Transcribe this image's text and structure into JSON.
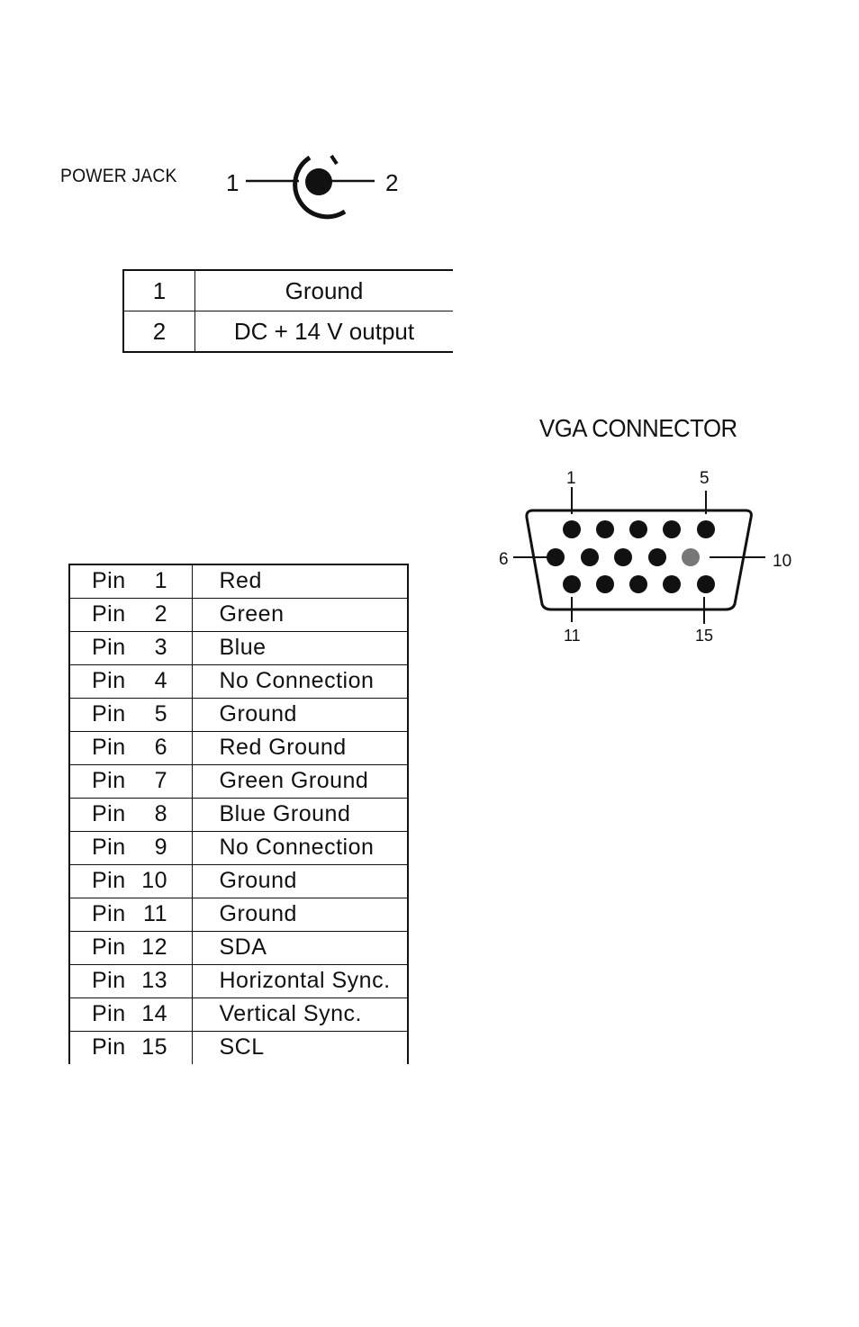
{
  "power_jack": {
    "label": "POWER JACK",
    "pin_left": "1",
    "pin_right": "2",
    "rows": [
      {
        "num": "1",
        "desc": "Ground"
      },
      {
        "num": "2",
        "desc": "DC + 14 V output"
      }
    ]
  },
  "vga": {
    "title": "VGA CONNECTOR",
    "labels": {
      "p1": "1",
      "p5": "5",
      "p6": "6",
      "p10": "10",
      "p11": "11",
      "p15": "15"
    },
    "pins": [
      {
        "pin": "Pin",
        "num": "1",
        "signal": "Red"
      },
      {
        "pin": "Pin",
        "num": "2",
        "signal": "Green"
      },
      {
        "pin": "Pin",
        "num": "3",
        "signal": "Blue"
      },
      {
        "pin": "Pin",
        "num": "4",
        "signal": "No Connection"
      },
      {
        "pin": "Pin",
        "num": "5",
        "signal": "Ground"
      },
      {
        "pin": "Pin",
        "num": "6",
        "signal": "Red Ground"
      },
      {
        "pin": "Pin",
        "num": "7",
        "signal": "Green Ground"
      },
      {
        "pin": "Pin",
        "num": "8",
        "signal": "Blue Ground"
      },
      {
        "pin": "Pin",
        "num": "9",
        "signal": "No Connection"
      },
      {
        "pin": "Pin",
        "num": "10",
        "signal": "Ground"
      },
      {
        "pin": "Pin",
        "num": "11",
        "signal": "Ground"
      },
      {
        "pin": "Pin",
        "num": "12",
        "signal": "SDA"
      },
      {
        "pin": "Pin",
        "num": "13",
        "signal": "Horizontal Sync."
      },
      {
        "pin": "Pin",
        "num": "14",
        "signal": "Vertical Sync."
      },
      {
        "pin": "Pin",
        "num": "15",
        "signal": "SCL"
      }
    ]
  }
}
